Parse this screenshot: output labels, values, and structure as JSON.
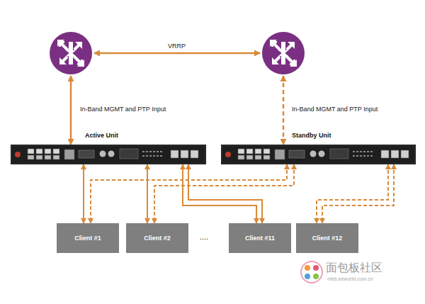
{
  "diagram": {
    "nodes": [
      {
        "text": [
          "Active Unit"
        ]
      },
      {
        "text": [
          "Standby Unit"
        ]
      },
      {
        "text": [
          "Client #1"
        ]
      },
      {
        "text": [
          "Client #2"
        ]
      },
      {
        "text": [
          "Client #11"
        ]
      },
      {
        "text": [
          "Client #12"
        ]
      }
    ],
    "edges": [
      {
        "from": 0,
        "to": 2,
        "arrow": "both"
      },
      {
        "from": 0,
        "to": 3,
        "arrow": "both"
      },
      {
        "from": 0,
        "to": 4,
        "arrow": "both"
      },
      {
        "from": 1,
        "to": 2,
        "arrow": "both"
      },
      {
        "from": 1,
        "to": 3,
        "arrow": "both"
      },
      {
        "from": 1,
        "to": 5,
        "arrow": "both"
      }
    ],
    "labels": [
      "VRRP",
      "In-Band MGMT and PTP Input",
      "In-Band MGMT and PTP Input",
      "....",
      "面包板社区",
      "mbb.eeworld.com.cn"
    ]
  }
}
